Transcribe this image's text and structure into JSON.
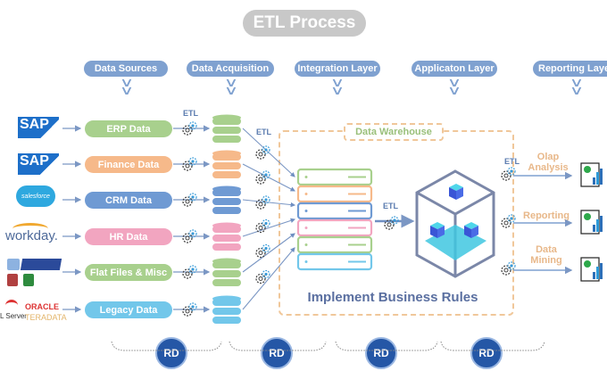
{
  "title": "ETL Process",
  "headers": [
    {
      "label": "Data Sources"
    },
    {
      "label": "Data Acquisition"
    },
    {
      "label": "Integration Layer"
    },
    {
      "label": "Applicaton Layer"
    },
    {
      "label": "Reporting Layer"
    }
  ],
  "sources": [
    {
      "logo": "SAP",
      "logo_icon": "sap-logo",
      "pill": "ERP Data",
      "color": "#a8d08d"
    },
    {
      "logo": "SAP",
      "logo_icon": "sap-logo",
      "pill": "Finance Data",
      "color": "#f6b98a"
    },
    {
      "logo": "salesforce",
      "logo_icon": "salesforce-logo",
      "pill": "CRM Data",
      "color": "#6f9ad3"
    },
    {
      "logo": "workday.",
      "logo_icon": "workday-logo",
      "pill": "HR Data",
      "color": "#f2a5c0"
    },
    {
      "logo": "",
      "logo_icon": "flat-files-logos",
      "pill": "Flat Files & Misc",
      "color": "#a8d08d"
    },
    {
      "logo": "ORACLE",
      "logo2": "TERADATA",
      "logo3": "L Server",
      "logo_icon": "legacy-db-logos",
      "pill": "Legacy Data",
      "color": "#72c7ea"
    }
  ],
  "etl_label": "ETL",
  "data_warehouse": {
    "label": "Data Warehouse",
    "footer": "Implement Business Rules",
    "server_colors": [
      "#a8d08d",
      "#f6b98a",
      "#6f9ad3",
      "#f2a5c0",
      "#a8d08d",
      "#72c7ea"
    ]
  },
  "reporting": [
    {
      "label_line1": "Olap",
      "label_line2": "Analysis"
    },
    {
      "label_line1": "Reporting",
      "label_line2": ""
    },
    {
      "label_line1": "Data",
      "label_line2": "Mining"
    }
  ],
  "footer_badges": [
    {
      "text": "RD"
    },
    {
      "text": "RD"
    },
    {
      "text": "RD"
    },
    {
      "text": "RD"
    }
  ],
  "colors": {
    "header": "#7fa1d0",
    "arrow": "#7b97c4",
    "dashed": "#f0c79a",
    "cube": "#7b87a8",
    "badge": "#2557a6"
  }
}
